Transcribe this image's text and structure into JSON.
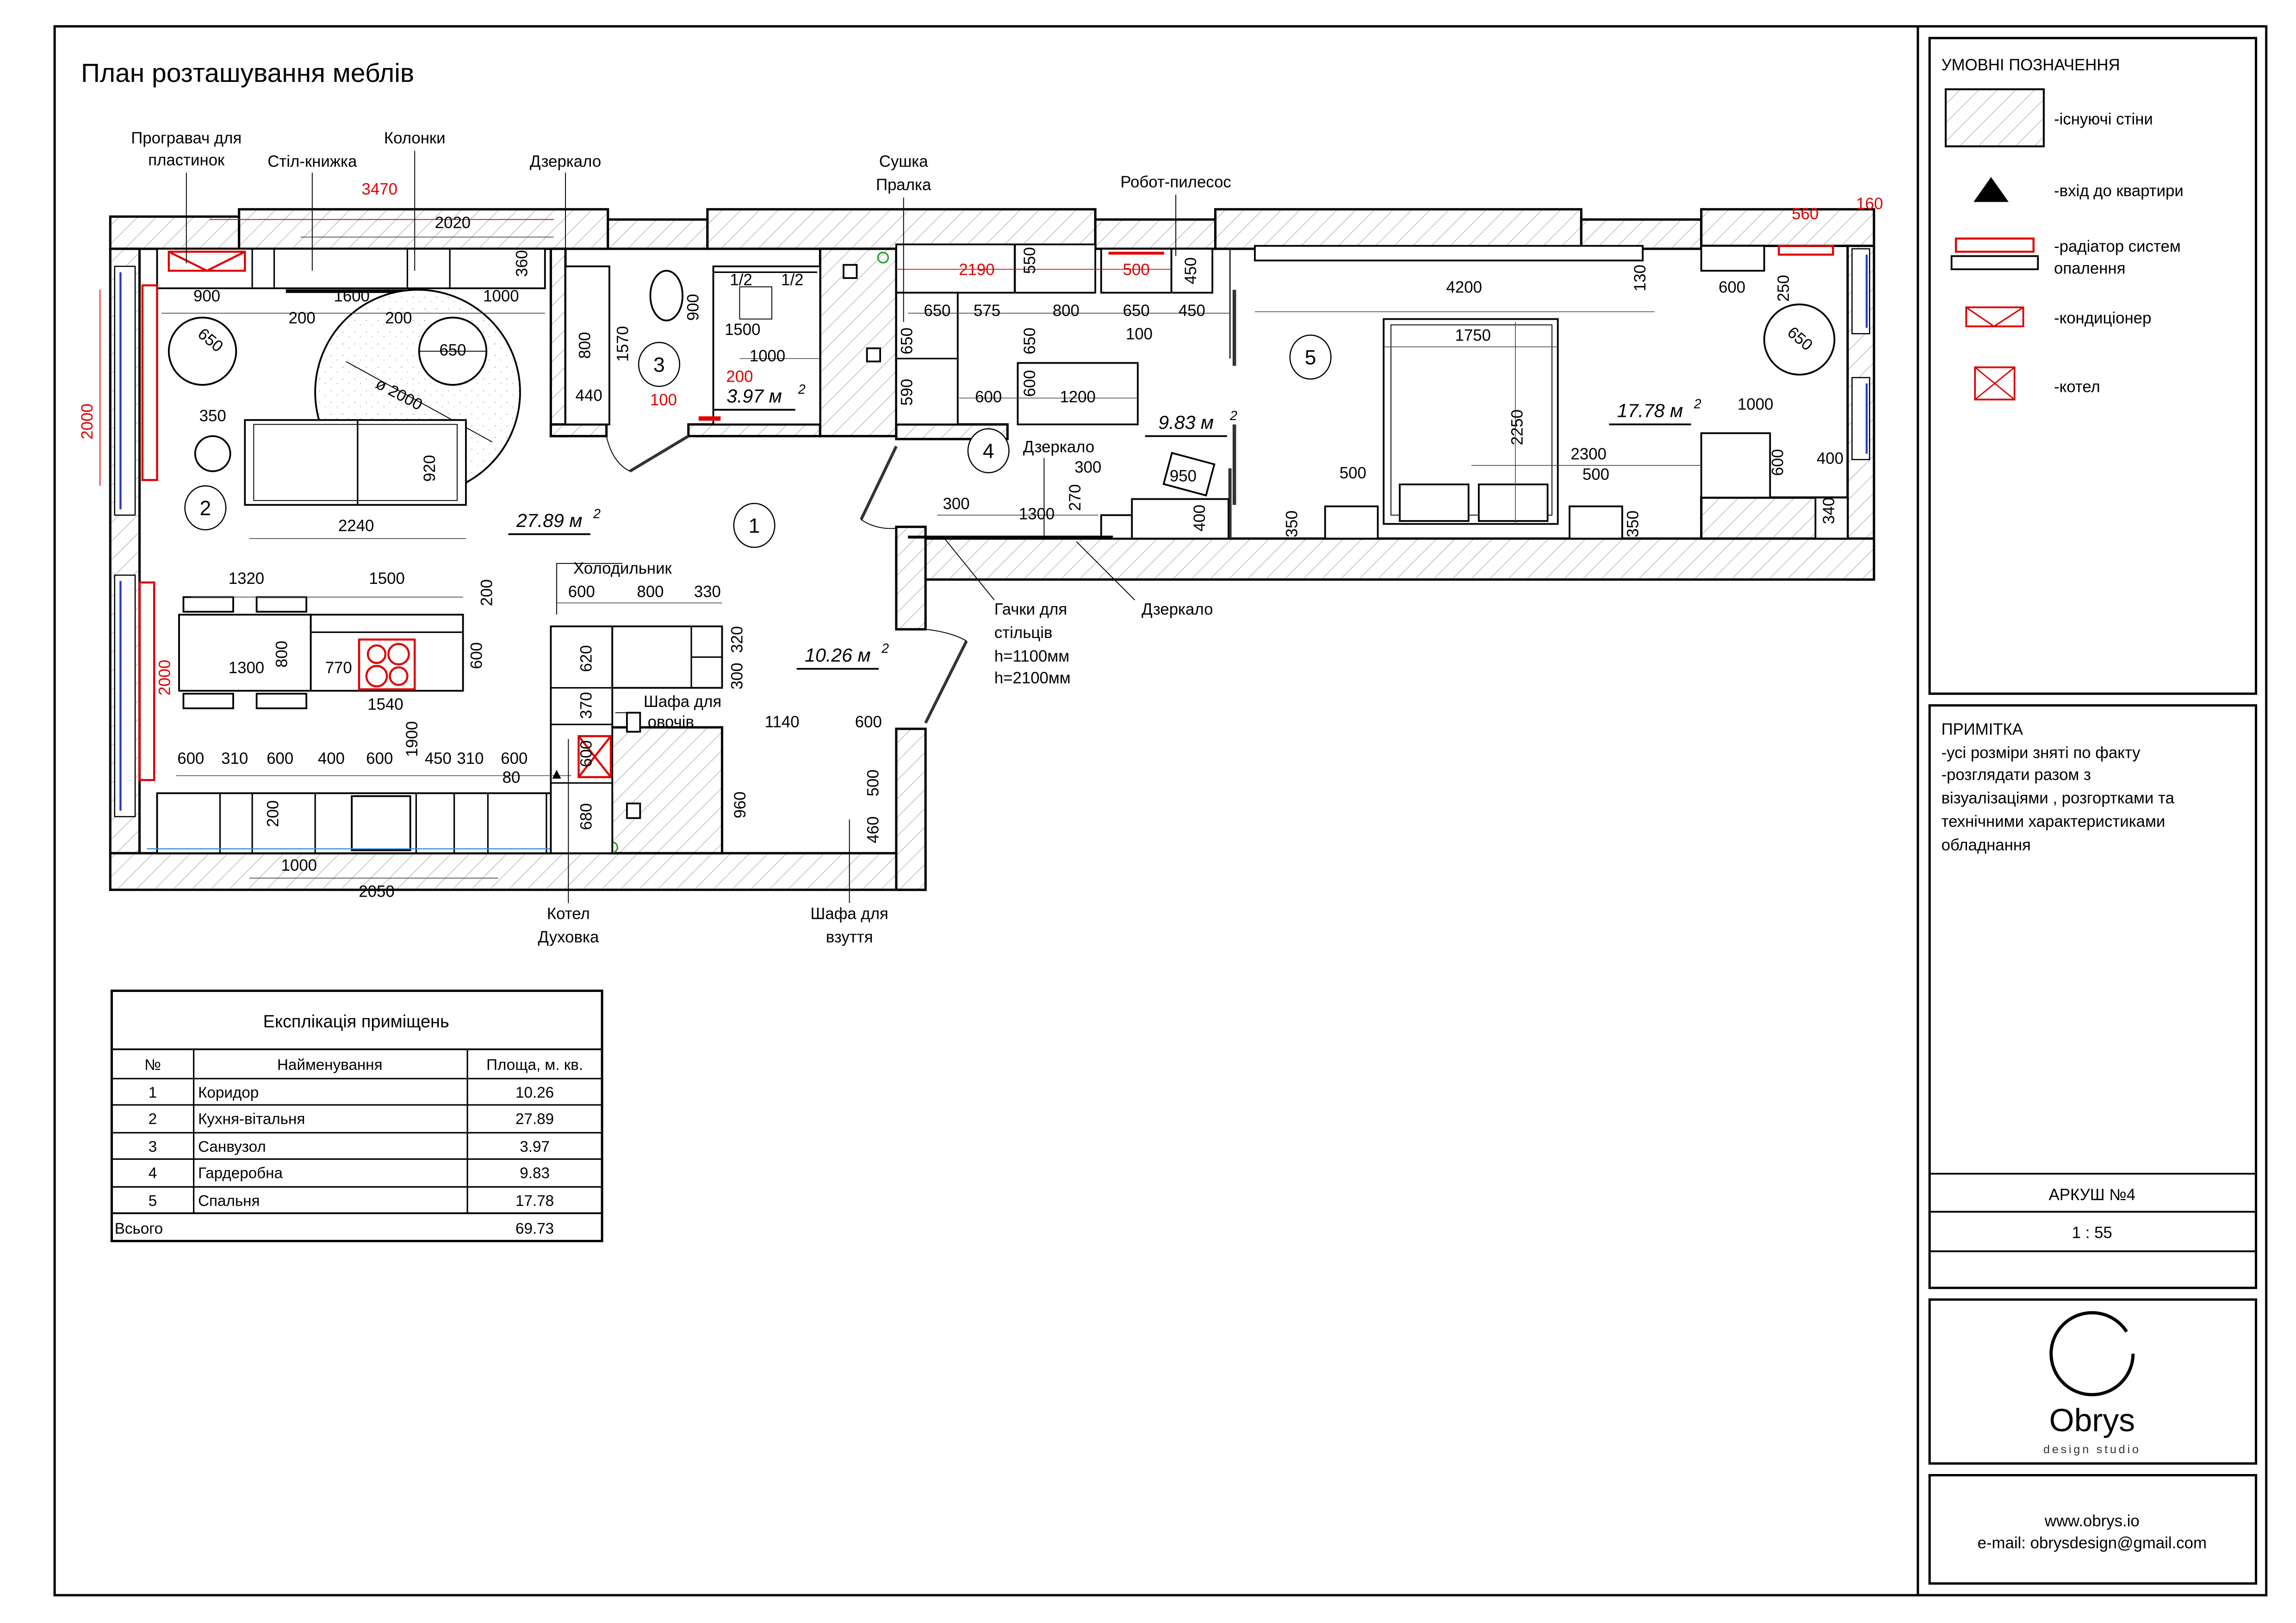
{
  "title": "План розташування меблів",
  "legend": {
    "heading": "УМОВНІ ПОЗНАЧЕННЯ",
    "items": [
      {
        "icon": "hatched-wall-icon",
        "label": "-існуючі стіни"
      },
      {
        "icon": "entrance-triangle-icon",
        "label": "-вхід до квартири"
      },
      {
        "icon": "radiator-icon",
        "label": "-радіатор систем",
        "label2": "опалення"
      },
      {
        "icon": "air-conditioner-icon",
        "label": "-кондиціонер"
      },
      {
        "icon": "boiler-icon",
        "label": "-котел"
      }
    ]
  },
  "note": {
    "heading": "ПРИМІТКА",
    "lines": [
      "-усі розміри зняті по факту",
      "-розглядати разом з",
      "візуалізаціями , розгортками та",
      "технічними характеристиками",
      "обладнання"
    ]
  },
  "sheet": {
    "label": "АРКУШ №4",
    "scale": "1 : 55"
  },
  "logo": {
    "name": "Obrys",
    "tagline": "design studio"
  },
  "contacts": {
    "website": "www.obrys.io",
    "email": "e-mail: obrysdesign@gmail.com"
  },
  "table": {
    "title": "Експлікація приміщень",
    "headers": [
      "№",
      "Найменування",
      "Площа, м. кв."
    ],
    "rows": [
      {
        "no": "1",
        "name": "Коридор",
        "area": "10.26"
      },
      {
        "no": "2",
        "name": "Кухня-вітальня",
        "area": "27.89"
      },
      {
        "no": "3",
        "name": "Санвузол",
        "area": "3.97"
      },
      {
        "no": "4",
        "name": "Гардеробна",
        "area": "9.83"
      },
      {
        "no": "5",
        "name": "Спальня",
        "area": "17.78"
      }
    ],
    "total_label": "Всього",
    "total_value": "69.73"
  },
  "rooms": [
    {
      "no": "1",
      "area": "10.26 м",
      "sup": "2"
    },
    {
      "no": "2",
      "area": "27.89 м",
      "sup": "2"
    },
    {
      "no": "3",
      "area": "3.97 м",
      "sup": "2"
    },
    {
      "no": "4",
      "area": "9.83 м",
      "sup": "2"
    },
    {
      "no": "5",
      "area": "17.78 м",
      "sup": "2"
    }
  ],
  "callouts": {
    "turntable": [
      "Програвач для",
      "пластинок"
    ],
    "book_table": "Стіл-книжка",
    "speakers": "Колонки",
    "mirror_living": "Дзеркало",
    "dryer_washer": [
      "Сушка",
      "Пралка"
    ],
    "robot_vacuum": "Робот-пилесос",
    "fridge": "Холодильник",
    "veg_cabinet": [
      "Шафа для",
      "овочів"
    ],
    "mirror_wardrobe": "Дзеркало",
    "hooks": [
      "Гачки для",
      "стільців",
      "h=1100мм",
      "h=2100мм"
    ],
    "mirror_corridor": "Дзеркало",
    "boiler_oven": [
      "Котел",
      "Духовка"
    ],
    "shoe_cabinet": [
      "Шафа для",
      "взуття"
    ]
  },
  "plan": {
    "dims": [
      "2020",
      "360",
      "900",
      "1600",
      "1000",
      "200",
      "200",
      "650",
      "650",
      "ø 2000",
      "350",
      "920",
      "2240",
      "1/2",
      "1/2",
      "900",
      "1500",
      "1000",
      "1570",
      "800",
      "440",
      "550",
      "450",
      "650",
      "575",
      "800",
      "650",
      "450",
      "100",
      "650",
      "650",
      "590",
      "600",
      "600",
      "1200",
      "300",
      "950",
      "270",
      "300",
      "1300",
      "400",
      "4200",
      "130",
      "600",
      "250",
      "1750",
      "650",
      "2250",
      "1000",
      "2300",
      "500",
      "500",
      "600",
      "400",
      "350",
      "350",
      "340",
      "1320",
      "1500",
      "200",
      "800",
      "1300",
      "770",
      "600",
      "1540",
      "1900",
      "600",
      "310",
      "600",
      "400",
      "600",
      "450",
      "310",
      "600",
      "80",
      "200",
      "1000",
      "2050",
      "600",
      "800",
      "330",
      "620",
      "320",
      "300",
      "370",
      "600",
      "680",
      "1140",
      "600",
      "960",
      "500",
      "460"
    ],
    "red_dims": [
      "3470",
      "2000",
      "100",
      "200",
      "2190",
      "500",
      "560",
      "160",
      "2000"
    ]
  },
  "colors": {
    "red": "#e00000",
    "window": "#2a3cc8",
    "pipe": "#3a8ee6",
    "valve": "#1aa01a"
  }
}
